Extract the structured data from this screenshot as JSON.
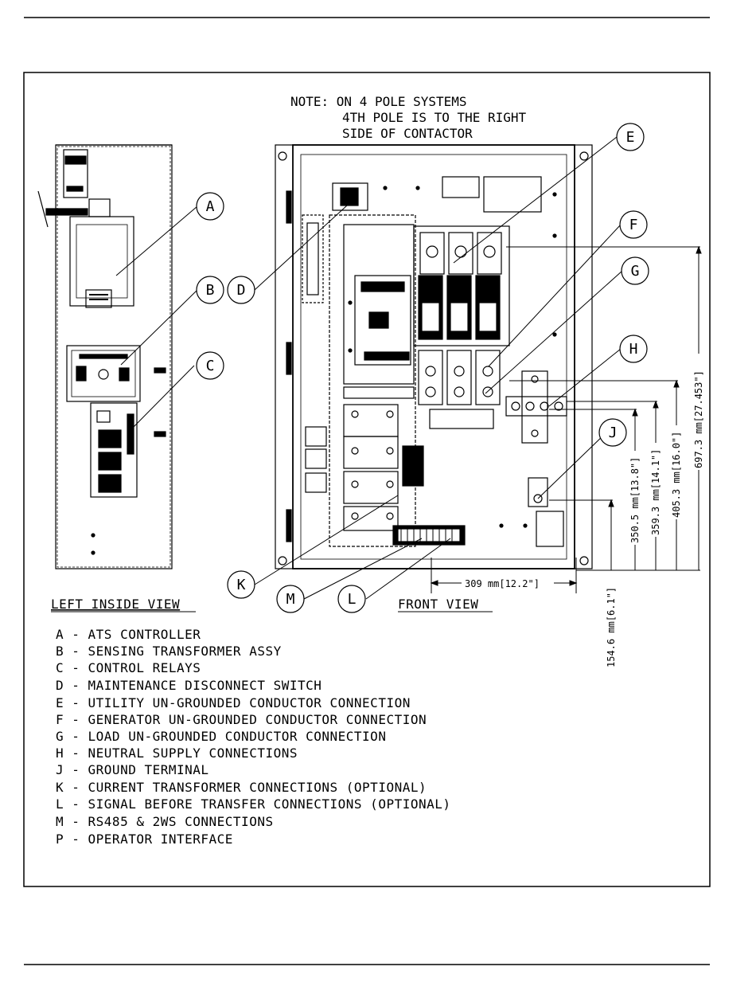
{
  "note": {
    "line1": "NOTE: ON 4 POLE SYSTEMS",
    "line2": "4TH POLE IS TO THE RIGHT",
    "line3": "SIDE OF CONTACTOR"
  },
  "views": {
    "left": "LEFT INSIDE VIEW",
    "front": "FRONT VIEW"
  },
  "callouts": {
    "a": "A",
    "b": "B",
    "c": "C",
    "d": "D",
    "e": "E",
    "f": "F",
    "g": "G",
    "h": "H",
    "j": "J",
    "k": "K",
    "l": "L",
    "m": "M"
  },
  "dimensions": {
    "d309": "309 mm[12.2\"]",
    "d350": "350.5 mm[13.8\"]",
    "d359": "359.3 mm[14.1\"]",
    "d405": "405.3 mm[16.0\"]",
    "d697": "697.3 mm[27.453\"]",
    "d154": "154.6 mm[6.1\"]"
  },
  "legend": [
    "A - ATS CONTROLLER",
    "B - SENSING TRANSFORMER ASSY",
    "C - CONTROL RELAYS",
    "D - MAINTENANCE DISCONNECT SWITCH",
    "E - UTILITY UN-GROUNDED CONDUCTOR CONNECTION",
    "F - GENERATOR UN-GROUNDED CONDUCTOR CONNECTION",
    "G - LOAD UN-GROUNDED CONDUCTOR CONNECTION",
    "H - NEUTRAL SUPPLY CONNECTIONS",
    "J - GROUND TERMINAL",
    "K - CURRENT TRANSFORMER CONNECTIONS (OPTIONAL)",
    "L - SIGNAL BEFORE TRANSFER CONNECTIONS (OPTIONAL)",
    "M - RS485 & 2WS CONNECTIONS",
    "P - OPERATOR INTERFACE"
  ]
}
